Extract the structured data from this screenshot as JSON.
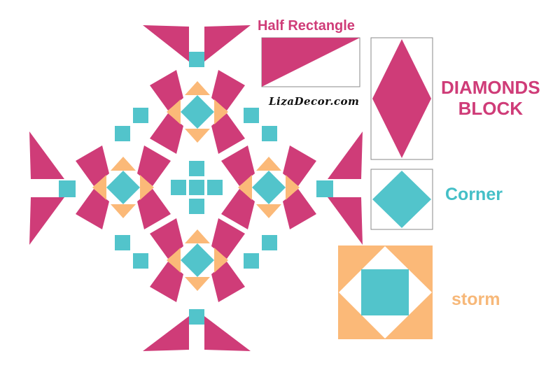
{
  "labels": {
    "half_rectangle": "Half Rectangle",
    "diamonds_line1": "DIAMONDS",
    "diamonds_line2": "BLOCK",
    "corner": "Corner",
    "storm": "storm"
  },
  "watermark": "LizaDecor.com",
  "colors": {
    "pink": "#cf3c78",
    "teal": "#52c4cb",
    "orange": "#fbb978",
    "background": "#ffffff",
    "outline": "#888888"
  }
}
